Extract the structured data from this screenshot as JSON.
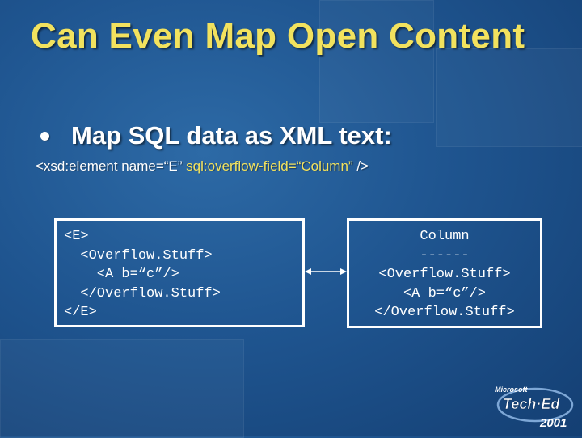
{
  "slide": {
    "title": "Can Even Map Open Content",
    "bullet": "Map SQL data as XML text:",
    "code_line": {
      "part1": "<xsd:element name=“E” ",
      "part2": "sql:overflow-field=“Column”",
      "part3": " />"
    },
    "left_box": {
      "lines": [
        "<E>",
        "  <Overflow.Stuff>",
        "    <A b=“c”/>",
        "  </Overflow.Stuff>",
        "</E>"
      ]
    },
    "right_box": {
      "lines": [
        "Column",
        "------",
        "<Overflow.Stuff>",
        "<A b=“c”/>",
        "</Overflow.Stuff>"
      ]
    },
    "logo": {
      "brand": "Microsoft",
      "name": "Tech·Ed",
      "year": "2001"
    }
  },
  "colors": {
    "title": "#f2e25e",
    "highlight": "#f2e25e",
    "background": "#1f5590",
    "text": "#ffffff"
  }
}
